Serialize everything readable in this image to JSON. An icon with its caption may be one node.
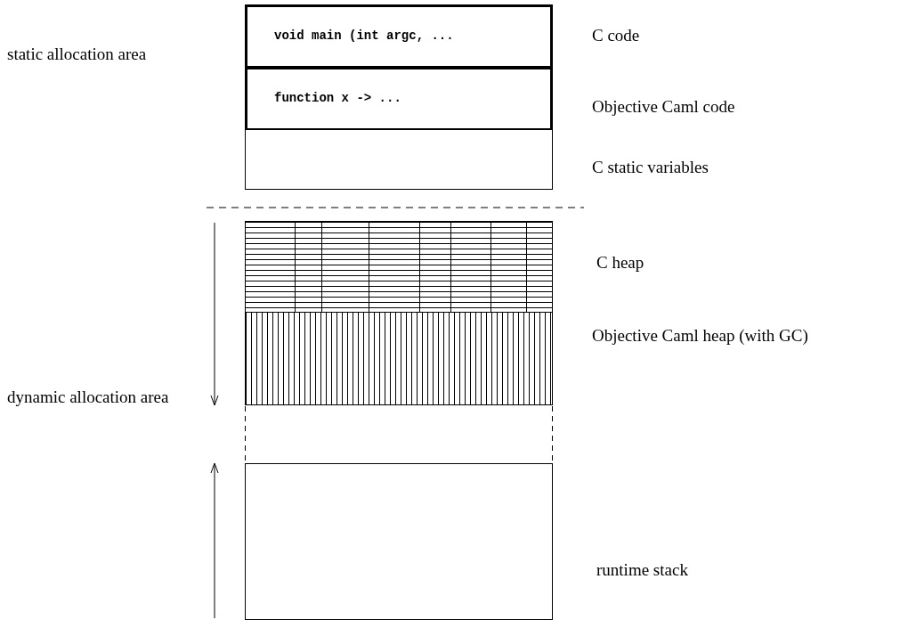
{
  "diagram": {
    "nodes": [
      {
        "text": [
          "void main (int argc, ..."
        ],
        "beside": [
          "C code"
        ]
      },
      {
        "text": [
          "function x -> ..."
        ],
        "beside": [
          "Objective Caml code"
        ]
      },
      {
        "text": [],
        "shape": "box",
        "beside": [
          "C static variables"
        ]
      },
      {
        "text": [],
        "shape": "box",
        "beside": [
          "C heap"
        ]
      },
      {
        "text": [],
        "shape": "box",
        "beside": [
          "Objective Caml heap (with GC)"
        ]
      },
      {
        "text": [],
        "shape": "box",
        "beside": [
          "runtime stack"
        ]
      }
    ],
    "labels": [
      "static allocation area",
      "dynamic allocation area"
    ]
  }
}
